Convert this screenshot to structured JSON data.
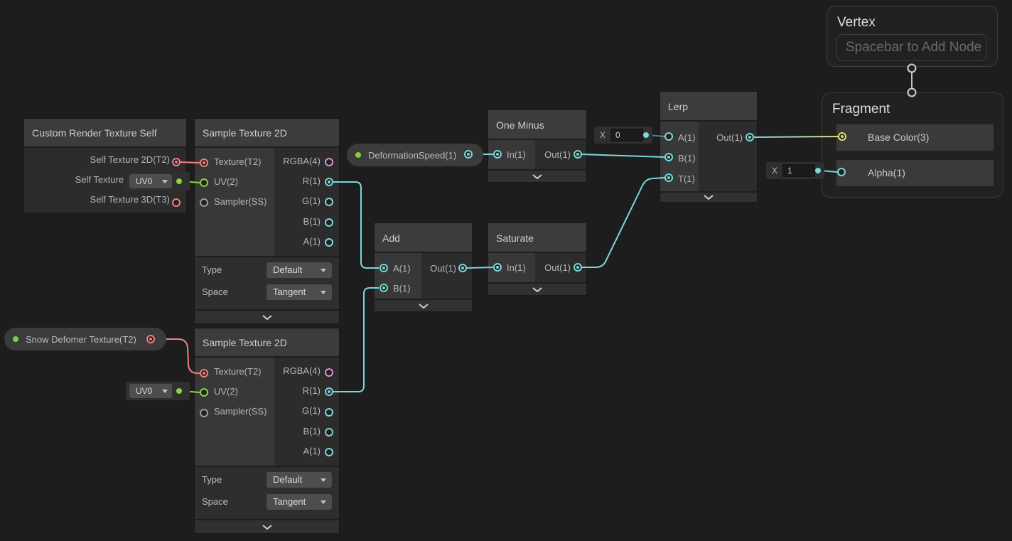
{
  "colors": {
    "float_cyan": "#7CD7D9",
    "vector2_green": "#8FD13F",
    "vector3_yellow": "#E3E36A",
    "vector4_pink": "#E08CD8",
    "texture_red": "#F08080",
    "exposed_property_green": "#7FD13B"
  },
  "nodes": {
    "custom_render_texture_self": {
      "title": "Custom Render Texture Self",
      "outputs": [
        "Self Texture 2D(T2)",
        "Self Texture (",
        "Self Texture 3D(T3)"
      ]
    },
    "sample_texture_2d_a": {
      "title": "Sample Texture 2D",
      "inputs": [
        "Texture(T2)",
        "UV(2)",
        "Sampler(SS)"
      ],
      "outputs": [
        "RGBA(4)",
        "R(1)",
        "G(1)",
        "B(1)",
        "A(1)"
      ],
      "type_label": "Type",
      "type_value": "Default",
      "space_label": "Space",
      "space_value": "Tangent"
    },
    "sample_texture_2d_b": {
      "title": "Sample Texture 2D",
      "inputs": [
        "Texture(T2)",
        "UV(2)",
        "Sampler(SS)"
      ],
      "outputs": [
        "RGBA(4)",
        "R(1)",
        "G(1)",
        "B(1)",
        "A(1)"
      ],
      "type_label": "Type",
      "type_value": "Default",
      "space_label": "Space",
      "space_value": "Tangent"
    },
    "one_minus": {
      "title": "One Minus",
      "input": "In(1)",
      "output": "Out(1)"
    },
    "add": {
      "title": "Add",
      "input_a": "A(1)",
      "input_b": "B(1)",
      "output": "Out(1)"
    },
    "saturate": {
      "title": "Saturate",
      "input": "In(1)",
      "output": "Out(1)"
    },
    "lerp": {
      "title": "Lerp",
      "input_a": "A(1)",
      "input_b": "B(1)",
      "input_t": "T(1)",
      "output": "Out(1)"
    },
    "vertex": {
      "title": "Vertex",
      "placeholder": "Spacebar to Add Node"
    },
    "fragment": {
      "title": "Fragment",
      "inputs": [
        "Base Color(3)",
        "Alpha(1)"
      ]
    }
  },
  "properties": {
    "deformation_speed": "DeformationSpeed(1)",
    "snow_deformer_texture": "Snow Defomer Texture(T2)"
  },
  "inline_values": {
    "uv_channel_a": "UV0",
    "uv_channel_b": "UV0",
    "x_label_a": "X",
    "lerp_a_default": "0",
    "x_label_b": "X",
    "alpha_default": "1"
  }
}
